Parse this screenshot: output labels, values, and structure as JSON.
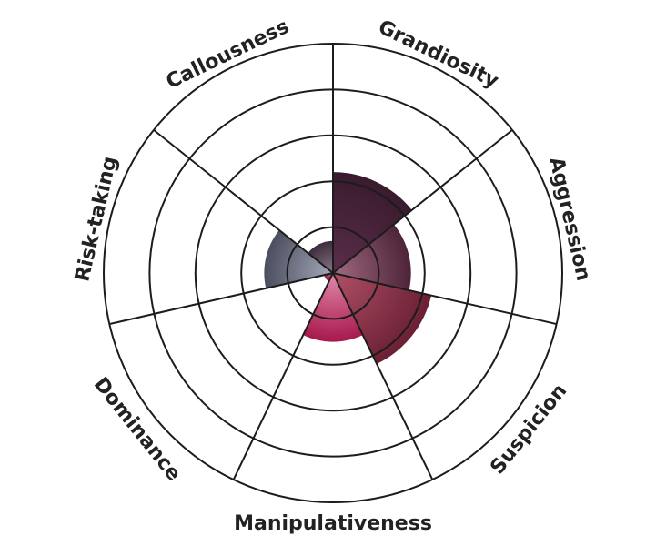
{
  "chart_data": {
    "type": "polar-area",
    "title": "",
    "categories": [
      "Grandiosity",
      "Aggression",
      "Suspicion",
      "Manipulativeness",
      "Dominance",
      "Risk-taking",
      "Callousness"
    ],
    "values": [
      2.2,
      1.7,
      2.2,
      1.5,
      0.2,
      1.5,
      0.7
    ],
    "rlim": [
      0,
      5
    ],
    "rings": [
      1,
      2,
      3,
      4,
      5
    ],
    "start": "top",
    "direction": "clockwise",
    "colors": [
      [
        "#5a2e4a",
        "#3a1b2e"
      ],
      [
        "#a06a80",
        "#4e2438"
      ],
      [
        "#b05068",
        "#6a2034"
      ],
      [
        "#e08aac",
        "#a8184c"
      ],
      [
        "#c0607a",
        "#8a2a48"
      ],
      [
        "#a4a8b8",
        "#4a4e5e"
      ],
      [
        "#8a7888",
        "#3e2c3c"
      ]
    ],
    "legend": "none",
    "grid": true
  }
}
